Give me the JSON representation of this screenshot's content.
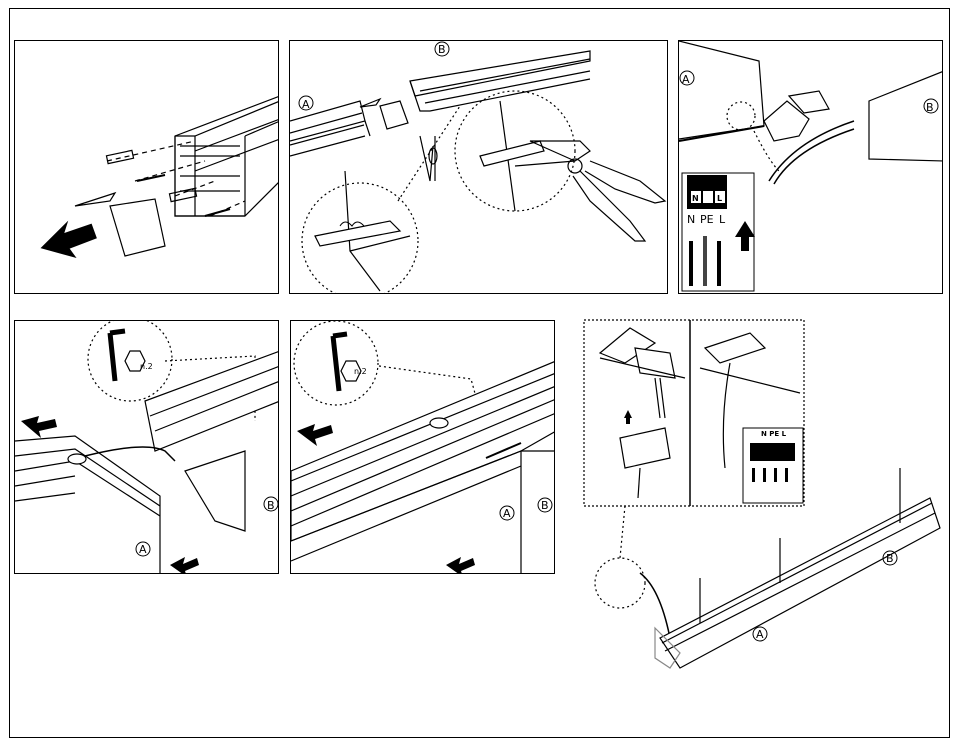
{
  "marks": {
    "a": "A",
    "b": "B"
  },
  "tool": {
    "hex_count": "n.2"
  },
  "wiring": {
    "n": "N",
    "pe": "PE",
    "l": "L",
    "npel": "N PE L"
  }
}
